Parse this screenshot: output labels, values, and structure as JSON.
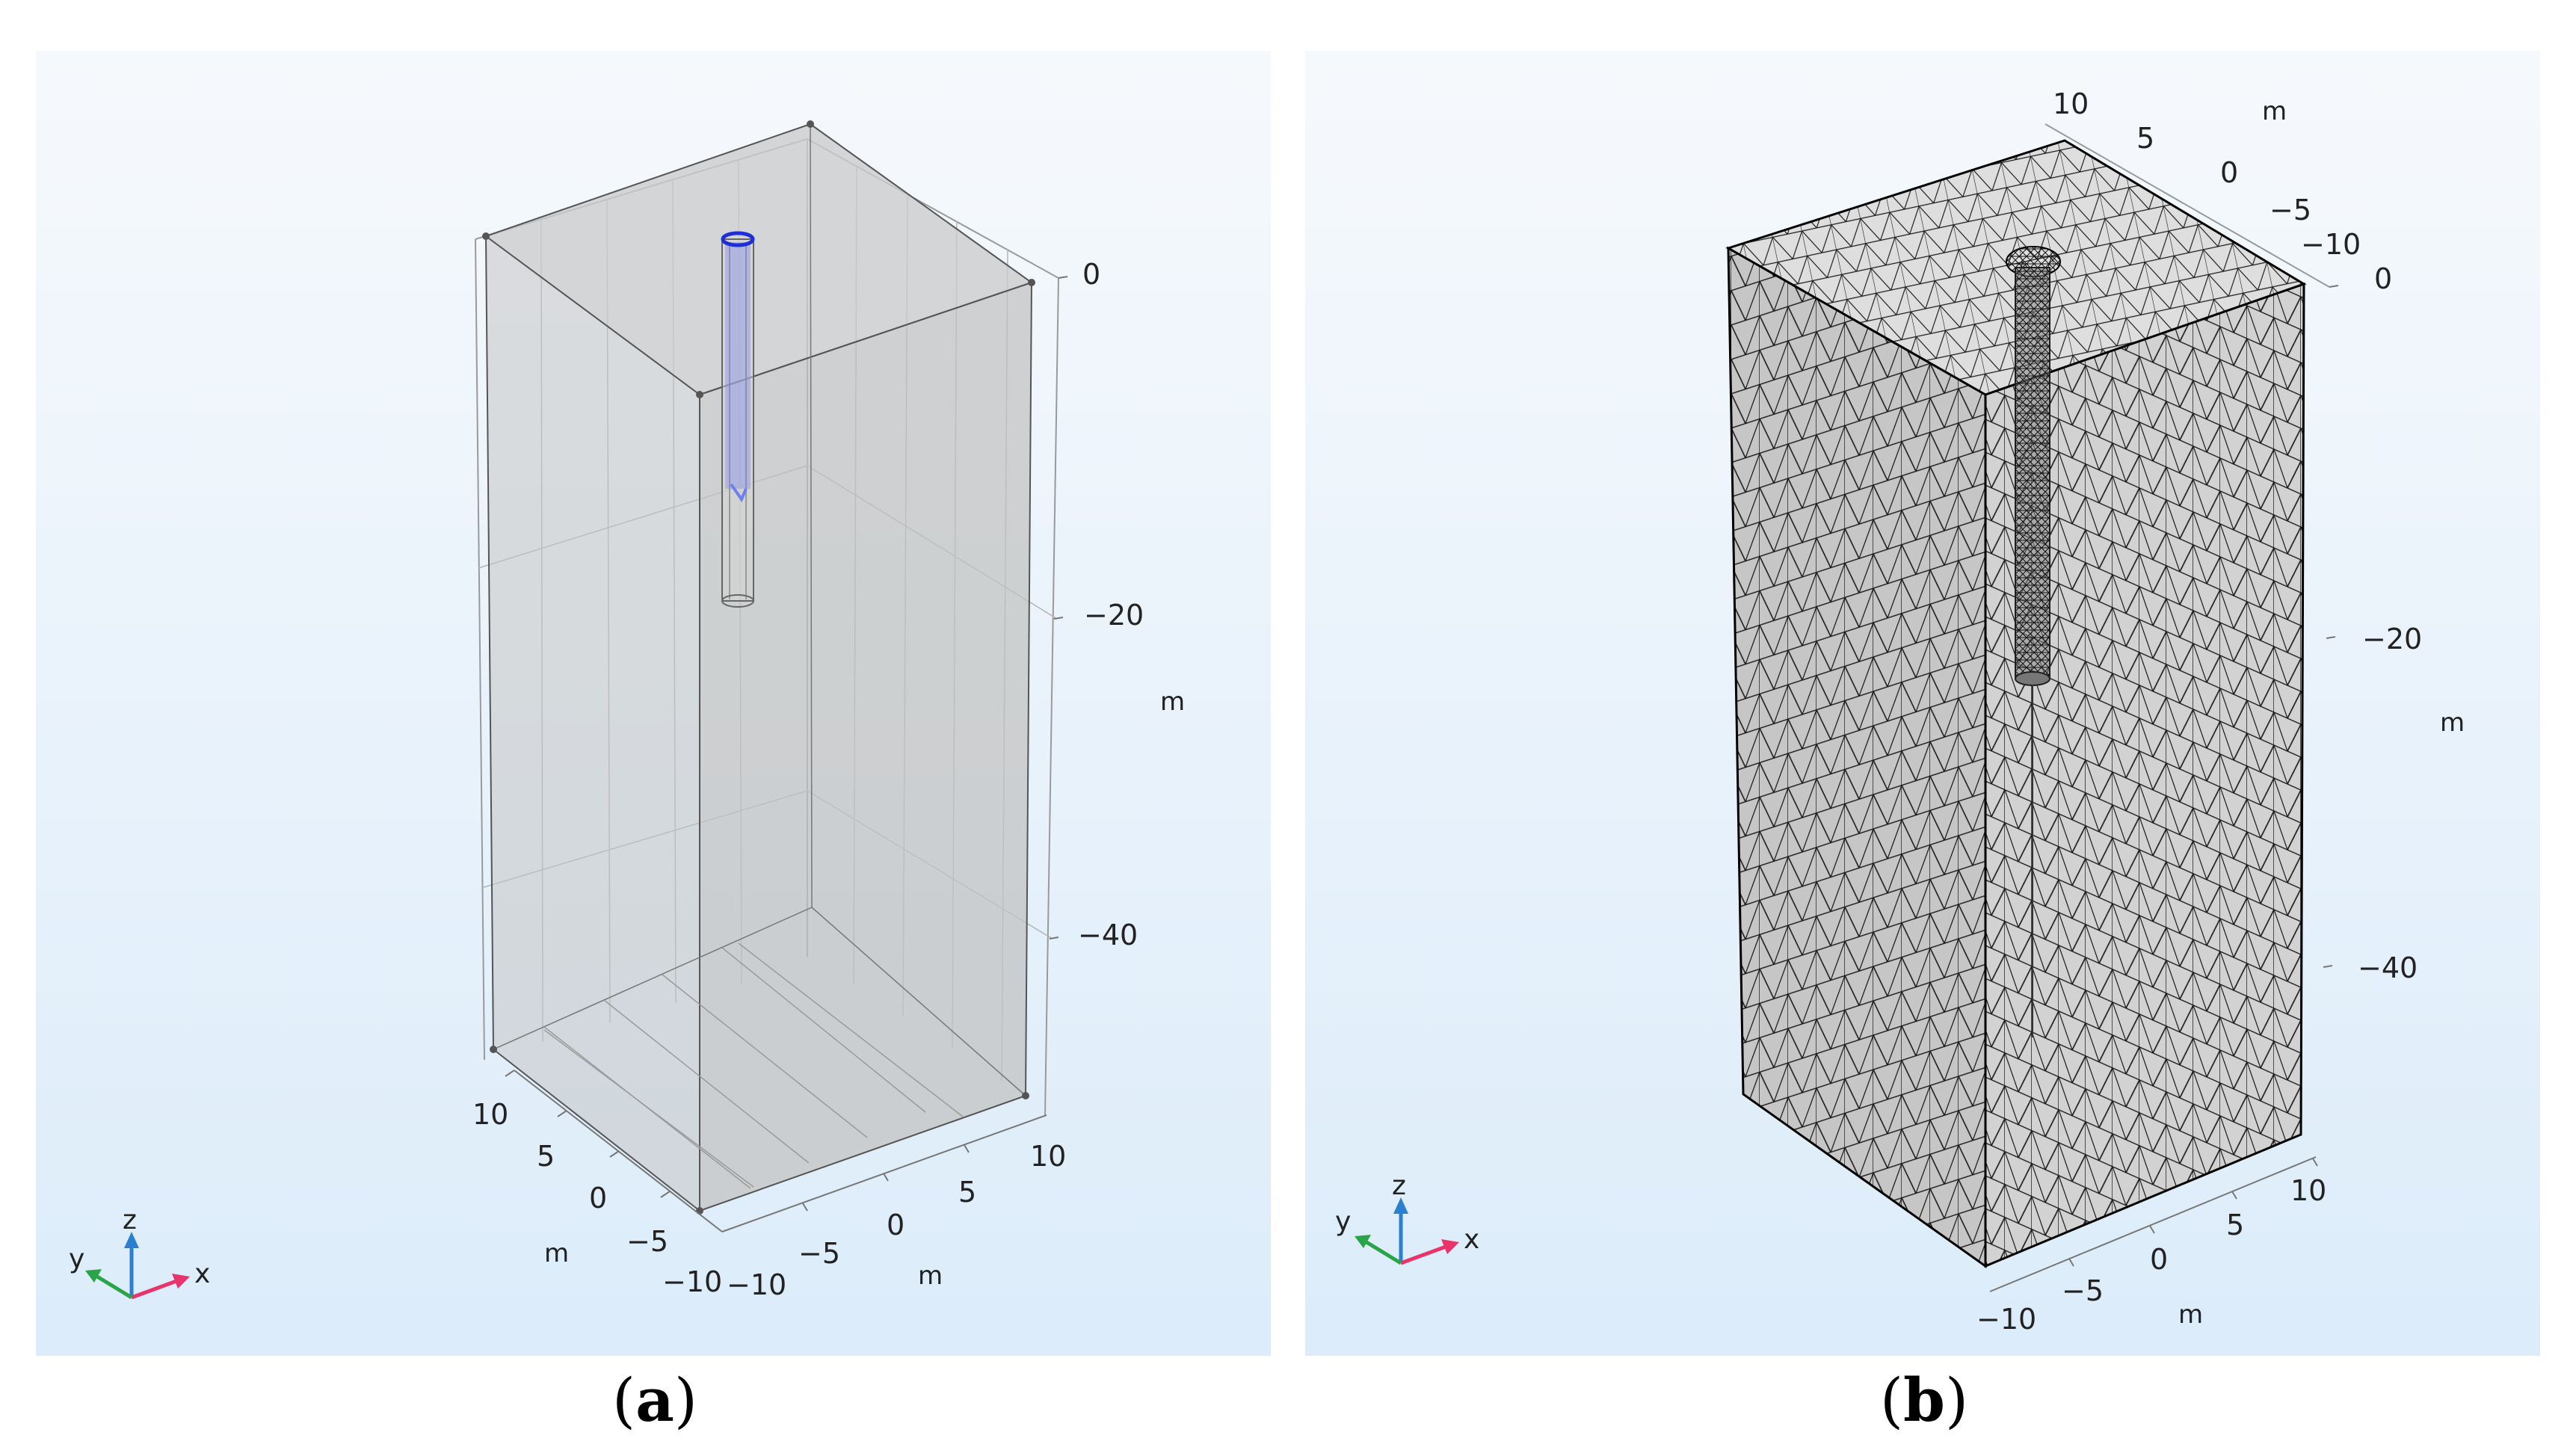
{
  "panel_a": {
    "caption_label": "a",
    "z_ticks": [
      "0",
      "−20",
      "−40"
    ],
    "z_unit": "m",
    "y_ticks": [
      "10",
      "5",
      "0",
      "−5",
      "−10"
    ],
    "y_unit": "m",
    "x_ticks": [
      "−10",
      "−5",
      "0",
      "5",
      "10"
    ],
    "x_unit": "m",
    "triad": {
      "x": "x",
      "y": "y",
      "z": "z"
    }
  },
  "panel_b": {
    "caption_label": "b",
    "top_ticks": [
      "10",
      "5",
      "0",
      "−5",
      "−10"
    ],
    "top_unit": "m",
    "z_ticks": [
      "0",
      "−20",
      "−40"
    ],
    "z_unit": "m",
    "x_ticks": [
      "10",
      "5",
      "0",
      "−5",
      "−10"
    ],
    "x_unit": "m",
    "triad": {
      "x": "x",
      "y": "y",
      "z": "z"
    }
  },
  "colors": {
    "background_top": "#f6f9fc",
    "background_bottom": "#dcecfa",
    "solid_face": "#c4c4c4",
    "pile_highlight": "#6f7ff0",
    "mesh_line": "#1a1a1a",
    "triad_x": "#e8336b",
    "triad_y": "#2aa448",
    "triad_z": "#2a7fd0"
  }
}
